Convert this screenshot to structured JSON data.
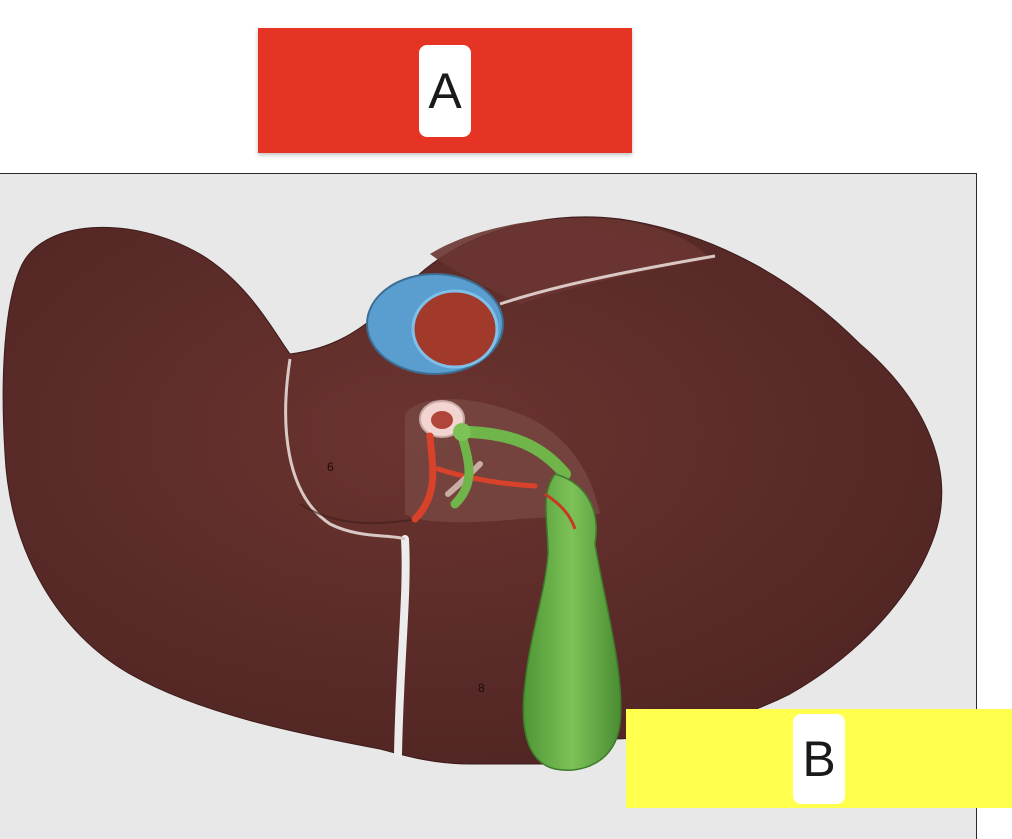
{
  "labels": {
    "a": {
      "text": "A",
      "color": "#e53423"
    },
    "b": {
      "text": "B",
      "color": "#ffff4d"
    }
  },
  "photo": {
    "subject": "liver model",
    "segment_marks": [
      "6",
      "8"
    ],
    "colors": {
      "liver": "#5b2a27",
      "vena_cava": "#5a9ecf",
      "gallbladder": "#6fb54a",
      "artery": "#d8422a",
      "background": "#e9e9e9"
    }
  }
}
